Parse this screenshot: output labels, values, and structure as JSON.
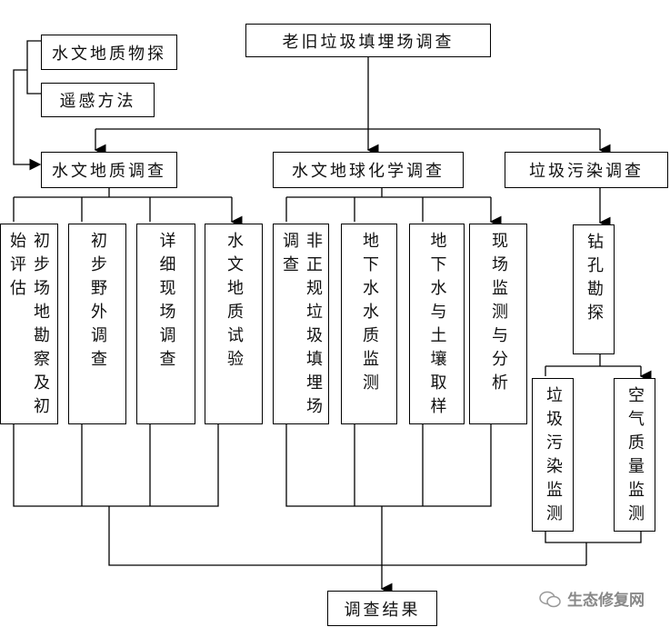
{
  "title": "老旧垃圾填埋场调查",
  "aux_methods": [
    "水文地质物探",
    "遥感方法"
  ],
  "level2": [
    "水文地质调查",
    "水文地球化学调查",
    "垃圾污染调查"
  ],
  "hydrogeology_items": [
    "初步场地勘察及初始评估",
    "初步野外调查",
    "详细现场调查",
    "水文地质试验"
  ],
  "geochem_items": [
    "非正规垃圾填埋场调查",
    "地下水水质监测",
    "地下水与土壤取样",
    "现场监测与分析"
  ],
  "pollution": {
    "drill": "钻孔勘探",
    "items": [
      "垃圾污染监测",
      "空气质量监测"
    ]
  },
  "result": "调查结果",
  "watermark": "生态修复网"
}
